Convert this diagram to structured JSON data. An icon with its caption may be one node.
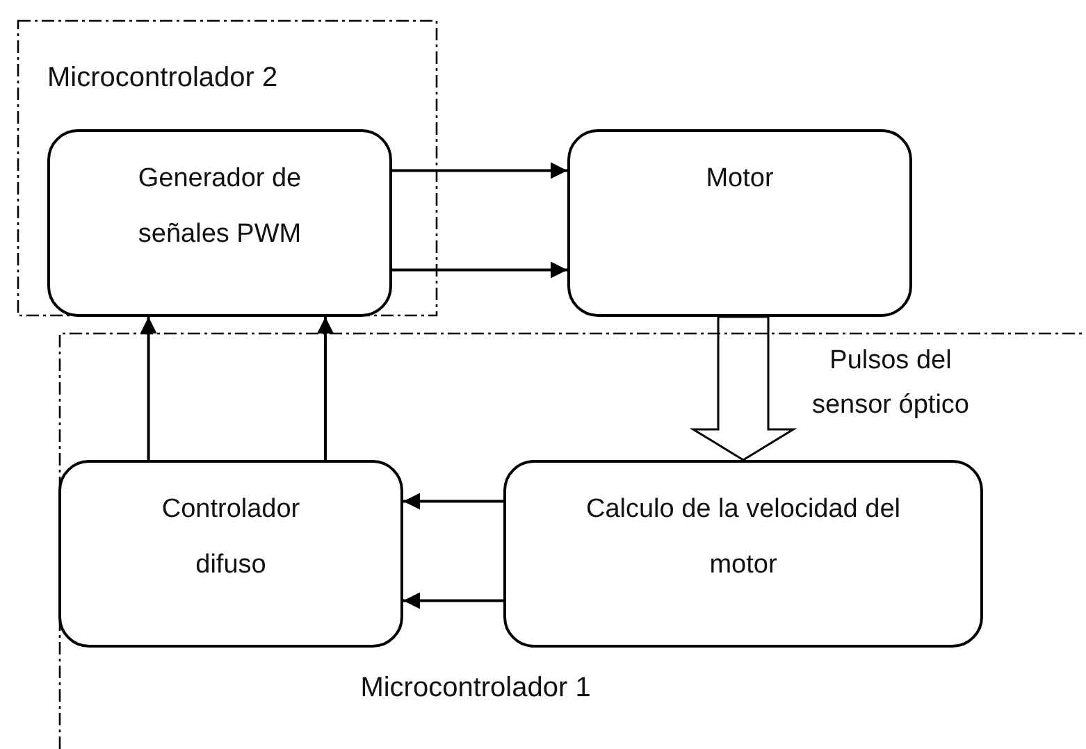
{
  "diagram": {
    "nodes": [
      {
        "text": [
          "Microcontrolador 2"
        ]
      },
      {
        "text": [
          "Generador de señales PWM"
        ],
        "in": 0
      },
      {
        "text": [
          "Motor"
        ]
      },
      {
        "text": [
          "Microcontrolador 1"
        ]
      },
      {
        "text": [
          "Controlador difuso"
        ],
        "in": 3
      },
      {
        "text": [
          "Calculo de la velocidad del motor"
        ],
        "in": 3
      }
    ],
    "edges": [
      {
        "from": 1,
        "to": 2,
        "arrow": "to"
      },
      {
        "from": 1,
        "to": 2,
        "arrow": "to"
      },
      {
        "from": 4,
        "to": 1,
        "arrow": "to"
      },
      {
        "from": 4,
        "to": 1,
        "arrow": "to"
      },
      {
        "from": 5,
        "to": 4,
        "arrow": "to"
      },
      {
        "from": 5,
        "to": 4,
        "arrow": "to"
      },
      {
        "from": 2,
        "to": 5,
        "arrow": "to",
        "style": "thick",
        "label": "Pulsos del sensor óptico"
      }
    ]
  }
}
